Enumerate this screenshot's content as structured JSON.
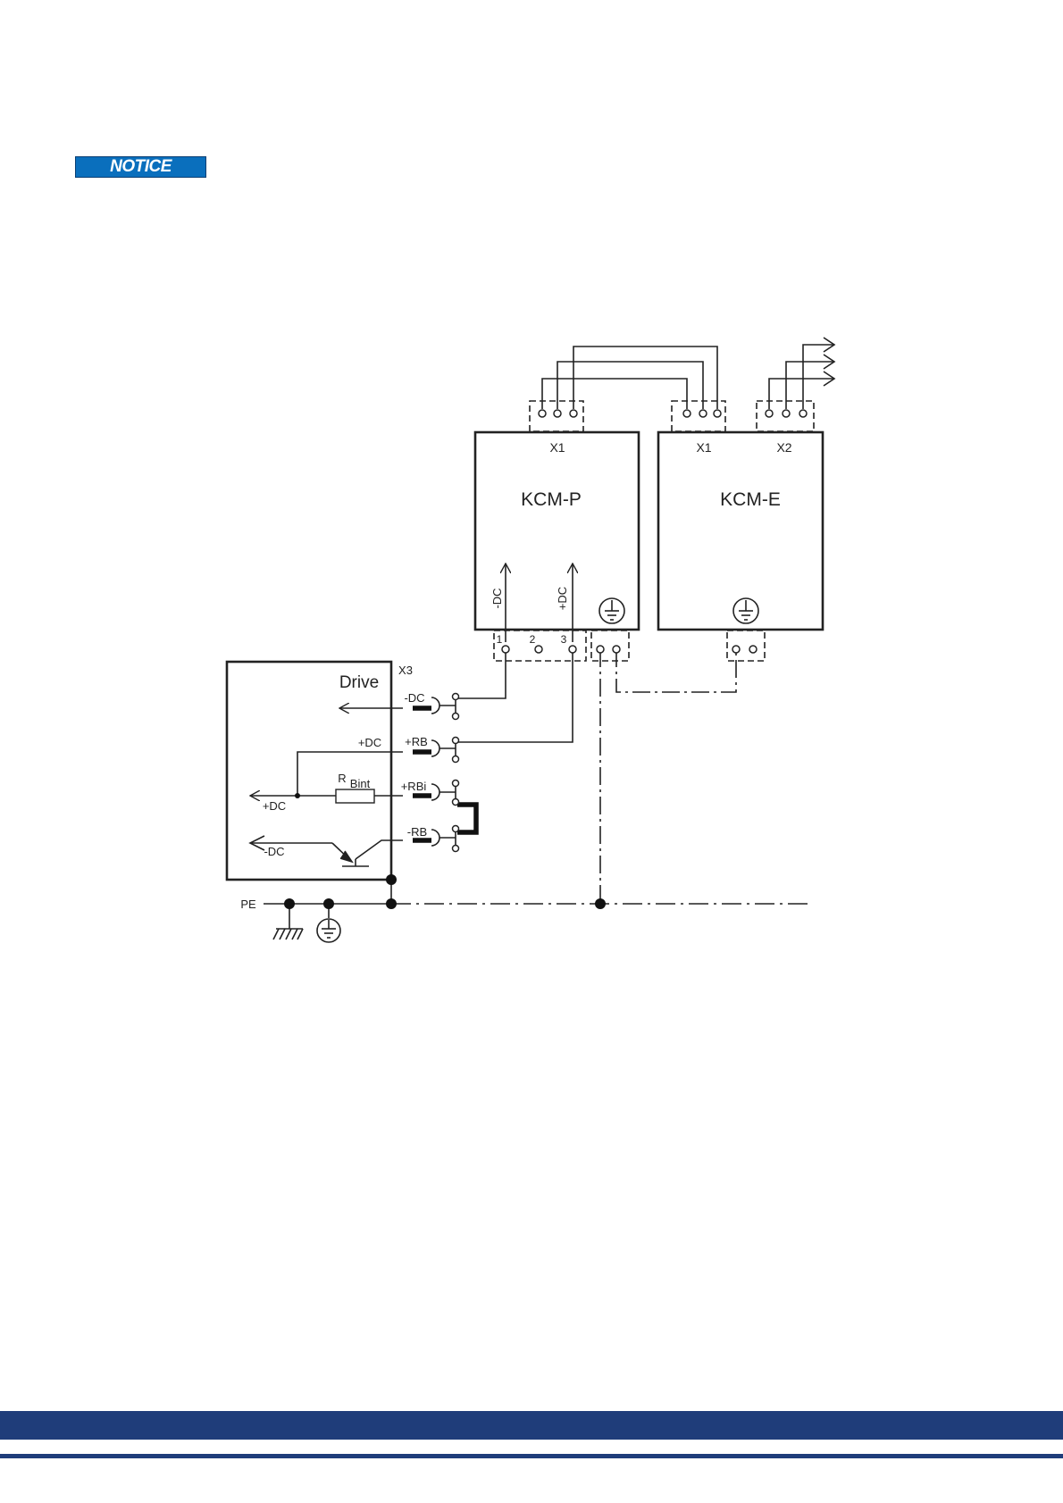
{
  "notice": {
    "label": "NOTICE"
  },
  "diagram": {
    "kcm_p": {
      "name": "KCM-P",
      "connector": "X1",
      "arrow_left": "-DC",
      "arrow_right": "+DC",
      "pins": [
        "1",
        "2",
        "3"
      ]
    },
    "kcm_e": {
      "name": "KCM-E",
      "connector_1": "X1",
      "connector_2": "X2"
    },
    "drive": {
      "name": "Drive",
      "connector": "X3",
      "terminals": [
        "-DC",
        "+RB",
        "+RBi",
        "-RB"
      ],
      "internal_dc_label": "+DC",
      "resistor_label_main": "R",
      "resistor_label_sub": "Bint",
      "out_plus_dc": "+DC",
      "out_minus_dc": "-DC"
    },
    "pe_label": "PE"
  },
  "colors": {
    "notice_bg": "#0a6fbd",
    "footer": "#1f3d7a"
  }
}
